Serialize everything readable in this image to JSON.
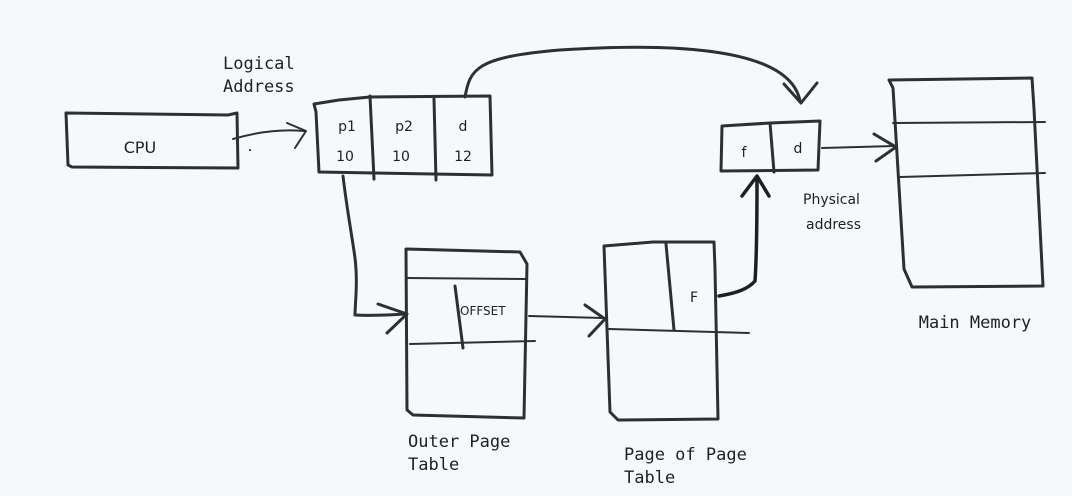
{
  "diagram": {
    "cpu_label": "CPU",
    "logical_address_label_line1": "Logical",
    "logical_address_label_line2": "Address",
    "logical_fields": [
      {
        "name": "p1",
        "value": "10"
      },
      {
        "name": "p2",
        "value": "10"
      },
      {
        "name": "d",
        "value": "12"
      }
    ],
    "physical_fields": [
      "f",
      "d"
    ],
    "physical_address_label_line1": "Physical",
    "physical_address_label_line2": "address",
    "outer_page_table_label_line1": "Outer Page",
    "outer_page_table_label_line2": "Table",
    "outer_page_table_entry": "OFFSET",
    "page_of_page_table_label_line1": "Page of Page",
    "page_of_page_table_label_line2": "Table",
    "page_of_page_table_entry": "F",
    "main_memory_label": "Main Memory",
    "cpu_dot": "."
  }
}
